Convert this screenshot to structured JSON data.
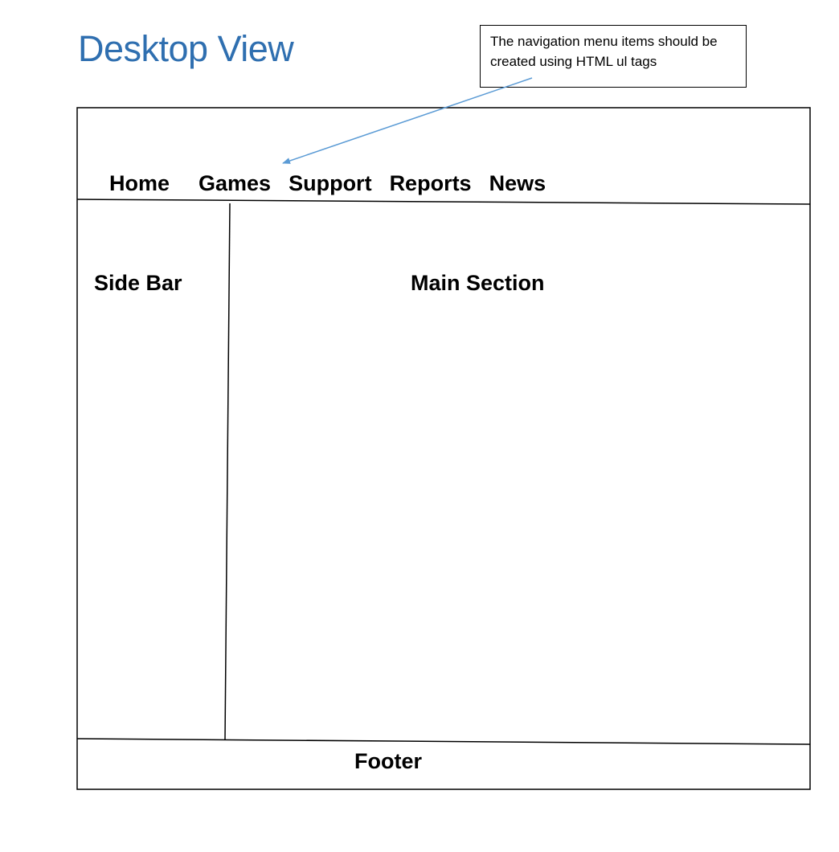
{
  "title": "Desktop View",
  "callout": {
    "text": "The navigation menu items should be created using HTML ul tags"
  },
  "nav": {
    "items": [
      {
        "label": "Home"
      },
      {
        "label": "Games"
      },
      {
        "label": "Support"
      },
      {
        "label": "Reports"
      },
      {
        "label": "News"
      }
    ]
  },
  "sidebar": {
    "label": "Side Bar"
  },
  "main": {
    "label": "Main Section"
  },
  "footer": {
    "label": "Footer"
  },
  "colors": {
    "title": "#2f6fb0",
    "arrow": "#5b9bd5",
    "lines": "#000000"
  }
}
